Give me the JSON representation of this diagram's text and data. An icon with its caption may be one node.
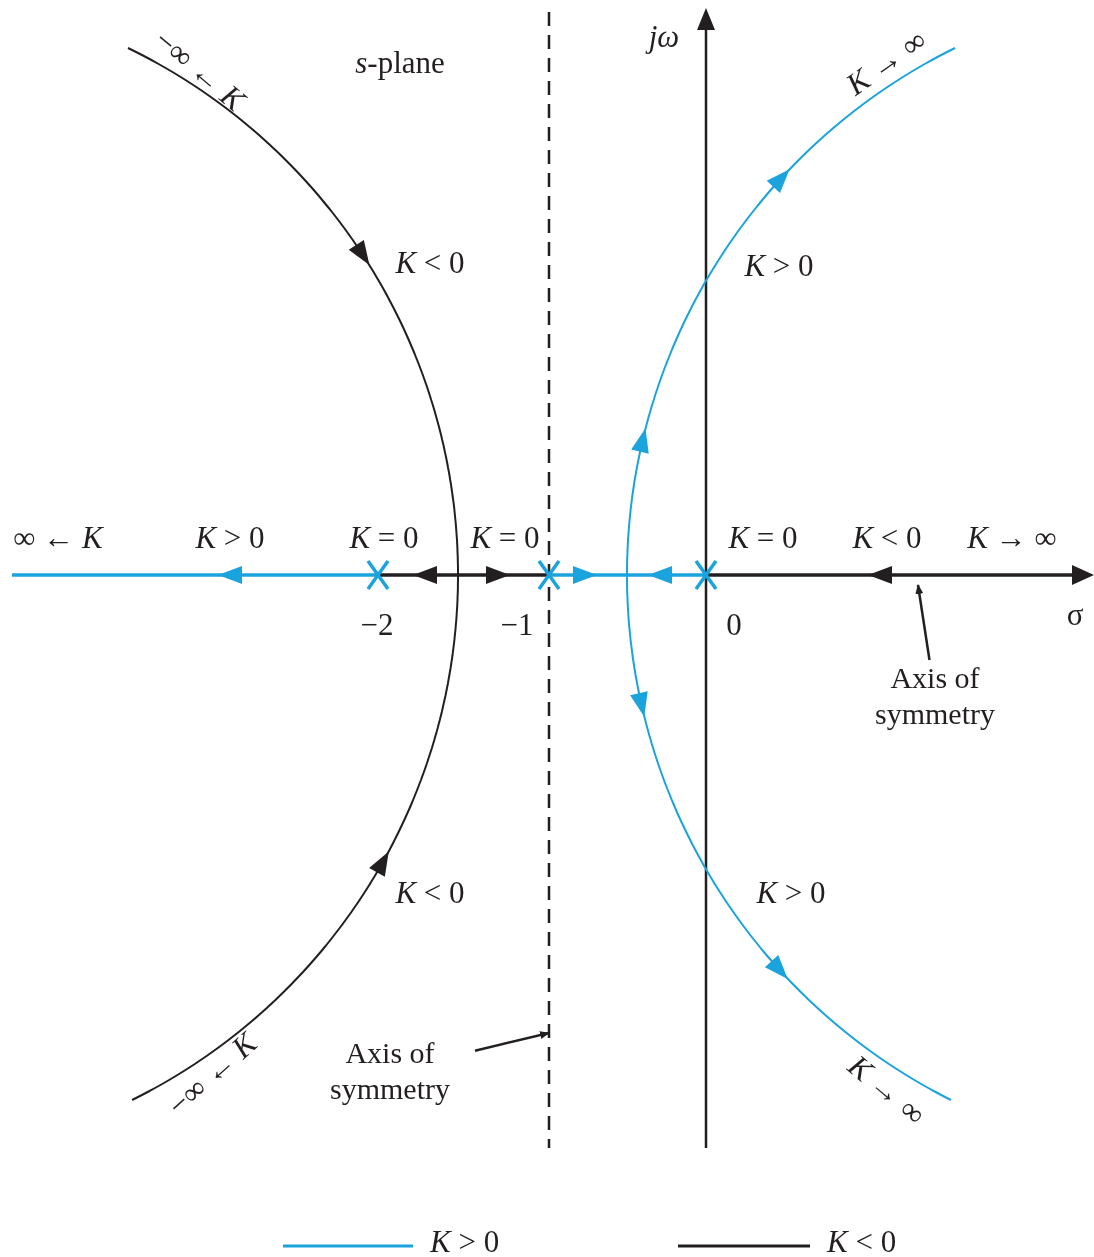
{
  "diagram": {
    "nodes": [
      {
        "text": [
          "Axis of symmetry"
        ]
      },
      {
        "text": [
          "Axis of symmetry"
        ]
      },
      {
        "text": [],
        "shape": "line"
      },
      {
        "text": [],
        "shape": "line"
      }
    ],
    "edges": [
      {
        "from": 0,
        "to": 2,
        "arrow": "to"
      },
      {
        "from": 1,
        "to": 3,
        "arrow": "to"
      }
    ],
    "labels": [
      "−∞ ← *K*",
      "*s*-plane",
      "jω",
      "*K* → ∞",
      "*K* < 0",
      "*K* > 0",
      "∞ ← *K*",
      "*K* > 0",
      "*K* = 0",
      "*K* = 0",
      "*K* = 0",
      "*K* < 0",
      "*K* → ∞",
      "−2",
      "−1",
      "0",
      "σ",
      "*K* < 0",
      "*K* > 0",
      "−∞ ← *K*",
      "*K* → ∞"
    ],
    "legend": [
      {
        "text": "*K* > 0"
      },
      {
        "text": "*K* < 0"
      }
    ]
  }
}
